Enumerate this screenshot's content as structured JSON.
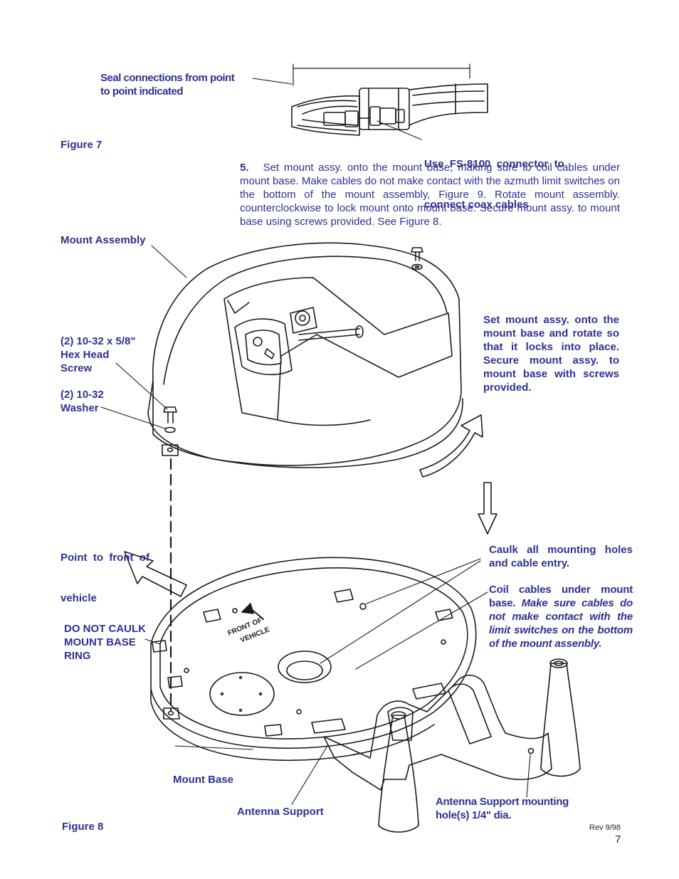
{
  "colors": {
    "label": "#2e3192",
    "line": "#1a1a1a"
  },
  "figure7": {
    "label": "Figure 7",
    "seal_note": [
      "Seal connections from point",
      "to point indicated"
    ],
    "connector_note": [
      "Use  FS-8100  connector  to",
      "connect coax cables"
    ]
  },
  "step5": {
    "number": "5.",
    "text": "Set mount assy. onto the mount base, making sure to coil cables under mount base.  Make cables do not make contact with the azmuth limit switches on the bottom of the mount assembly, Figure 9.  Rotate mount assembly. counterclockwise to lock mount onto mount base.  Secure mount assy. to mount base using screws provided.  See Figure 8."
  },
  "figure8": {
    "label": "Figure 8",
    "mount_assembly": "Mount Assembly",
    "screw": [
      "(2) 10-32 x 5/8\"",
      "Hex Head",
      "Screw"
    ],
    "washer": [
      "(2) 10-32",
      "Washer"
    ],
    "set_mount_note": "Set mount assy. onto the mount base and rotate so that it locks into place. Secure mount assy. to mount base with screws provided.",
    "front_vehicle": [
      "Point  to  front  of",
      "vehicle"
    ],
    "caulk_note": "Caulk all mounting holes and cable entry.",
    "coil_note_plain": "Coil cables under mount base.",
    "coil_note_italic": "Make sure cables do not make contact with the limit switches on the bottom of the mount assenbly.",
    "do_not_caulk": [
      "DO NOT CAULK",
      "MOUNT BASE",
      "RING"
    ],
    "mount_base": "Mount Base",
    "antenna_support": "Antenna Support",
    "antenna_hole": [
      "Antenna Support mounting",
      "hole(s) 1/4\" dia."
    ],
    "base_marking": [
      "FRONT OF",
      "VEHICLE"
    ]
  },
  "footer": {
    "rev": "Rev 9/98",
    "page": "7"
  }
}
